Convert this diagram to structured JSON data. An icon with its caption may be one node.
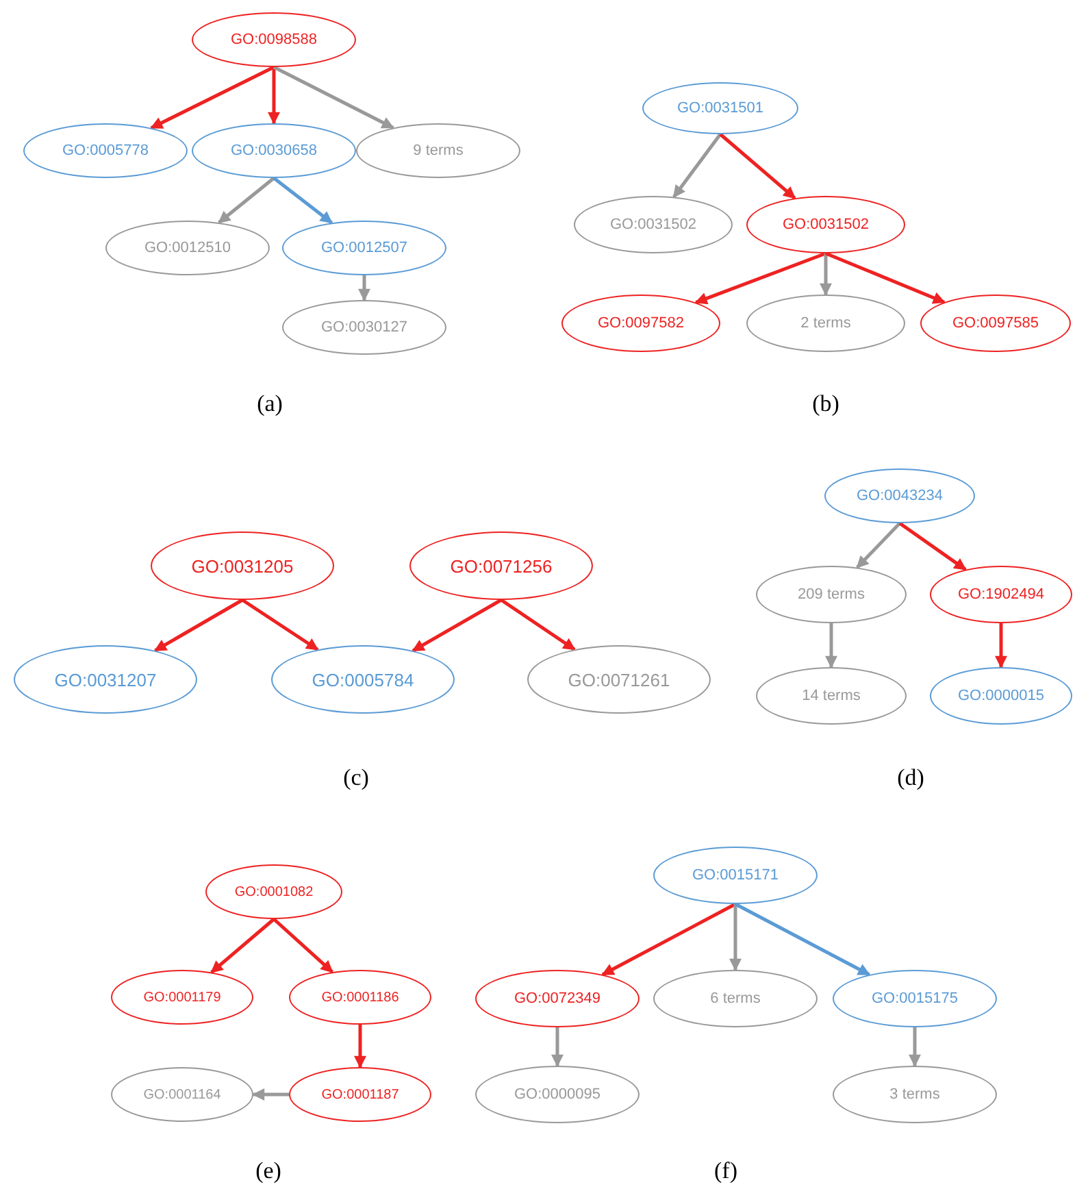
{
  "diagram": {
    "nodes": [
      {
        "text": [
          "GO:0098588"
        ]
      },
      {
        "text": [
          "GO:0005778"
        ]
      },
      {
        "text": [
          "GO:0030658"
        ]
      },
      {
        "text": [
          "9 terms"
        ]
      },
      {
        "text": [
          "GO:0012510"
        ]
      },
      {
        "text": [
          "GO:0012507"
        ]
      },
      {
        "text": [
          "GO:0030127"
        ]
      },
      {
        "text": [
          "GO:0031501"
        ]
      },
      {
        "text": [
          "GO:0031502"
        ]
      },
      {
        "text": [
          "GO:0031502"
        ]
      },
      {
        "text": [
          "GO:0097582"
        ]
      },
      {
        "text": [
          "2 terms"
        ]
      },
      {
        "text": [
          "GO:0097585"
        ]
      },
      {
        "text": [
          "GO:0031205"
        ]
      },
      {
        "text": [
          "GO:0071256"
        ]
      },
      {
        "text": [
          "GO:0031207"
        ]
      },
      {
        "text": [
          "GO:0005784"
        ]
      },
      {
        "text": [
          "GO:0071261"
        ]
      },
      {
        "text": [
          "GO:0043234"
        ]
      },
      {
        "text": [
          "209 terms"
        ]
      },
      {
        "text": [
          "GO:1902494"
        ]
      },
      {
        "text": [
          "14 terms"
        ]
      },
      {
        "text": [
          "GO:0000015"
        ]
      },
      {
        "text": [
          "GO:0001082"
        ]
      },
      {
        "text": [
          "GO:0001179"
        ]
      },
      {
        "text": [
          "GO:0001186"
        ]
      },
      {
        "text": [
          "GO:0001164"
        ]
      },
      {
        "text": [
          "GO:0001187"
        ]
      },
      {
        "text": [
          "GO:0015171"
        ]
      },
      {
        "text": [
          "GO:0072349"
        ]
      },
      {
        "text": [
          "6 terms"
        ]
      },
      {
        "text": [
          "GO:0015175"
        ]
      },
      {
        "text": [
          "GO:0000095"
        ]
      },
      {
        "text": [
          "3 terms"
        ]
      }
    ],
    "edges": [
      {
        "from": 0,
        "to": 1,
        "arrow": "to"
      },
      {
        "from": 0,
        "to": 2,
        "arrow": "to"
      },
      {
        "from": 0,
        "to": 3,
        "arrow": "to",
        "color": "#999999"
      },
      {
        "from": 2,
        "to": 4,
        "arrow": "to",
        "color": "#999999"
      },
      {
        "from": 2,
        "to": 5,
        "arrow": "to",
        "color": "#5b9bd5"
      },
      {
        "from": 5,
        "to": 6,
        "arrow": "to",
        "color": "#999999"
      },
      {
        "from": 7,
        "to": 8,
        "arrow": "to",
        "color": "#999999"
      },
      {
        "from": 7,
        "to": 9,
        "arrow": "to"
      },
      {
        "from": 9,
        "to": 10,
        "arrow": "to"
      },
      {
        "from": 9,
        "to": 11,
        "arrow": "to",
        "color": "#999999"
      },
      {
        "from": 9,
        "to": 12,
        "arrow": "to"
      },
      {
        "from": 13,
        "to": 15,
        "arrow": "to"
      },
      {
        "from": 13,
        "to": 16,
        "arrow": "to"
      },
      {
        "from": 14,
        "to": 16,
        "arrow": "to"
      },
      {
        "from": 14,
        "to": 17,
        "arrow": "to"
      },
      {
        "from": 18,
        "to": 19,
        "arrow": "to",
        "color": "#999999"
      },
      {
        "from": 18,
        "to": 20,
        "arrow": "to"
      },
      {
        "from": 19,
        "to": 21,
        "arrow": "to",
        "color": "#999999"
      },
      {
        "from": 20,
        "to": 22,
        "arrow": "to"
      },
      {
        "from": 23,
        "to": 24,
        "arrow": "to"
      },
      {
        "from": 23,
        "to": 25,
        "arrow": "to"
      },
      {
        "from": 25,
        "to": 27,
        "arrow": "to"
      },
      {
        "from": 27,
        "to": 26,
        "arrow": "to",
        "color": "#999999"
      },
      {
        "from": 28,
        "to": 29,
        "arrow": "to"
      },
      {
        "from": 28,
        "to": 30,
        "arrow": "to",
        "color": "#999999"
      },
      {
        "from": 28,
        "to": 31,
        "arrow": "to",
        "color": "#5b9bd5"
      },
      {
        "from": 29,
        "to": 32,
        "arrow": "to",
        "color": "#999999"
      },
      {
        "from": 31,
        "to": 33,
        "arrow": "to",
        "color": "#999999"
      }
    ],
    "labels": [
      "(a)",
      "(b)",
      "(c)",
      "(d)",
      "(e)",
      "(f)"
    ]
  }
}
